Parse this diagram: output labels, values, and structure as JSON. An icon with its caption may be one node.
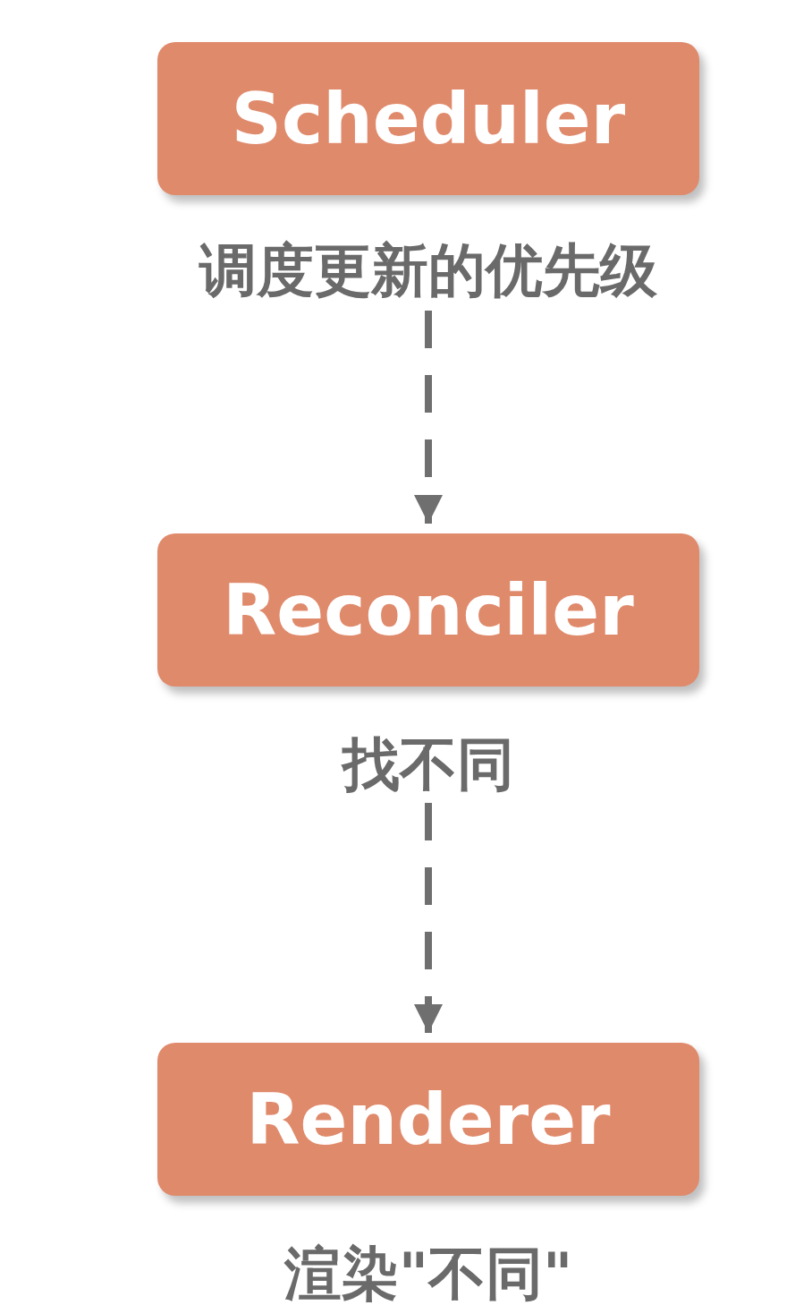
{
  "diagram": {
    "nodes": [
      {
        "text": [
          "Scheduler"
        ],
        "beside": [
          "调度更新的优先级"
        ]
      },
      {
        "text": [
          "Reconciler"
        ],
        "beside": [
          "找不同"
        ]
      },
      {
        "text": [
          "Renderer"
        ],
        "beside": [
          "渲染\"不同\""
        ]
      }
    ],
    "edges": [
      {
        "from": 0,
        "to": 1,
        "arrow": "to",
        "style": "dashed"
      },
      {
        "from": 1,
        "to": 2,
        "arrow": "to",
        "style": "dashed"
      }
    ]
  }
}
